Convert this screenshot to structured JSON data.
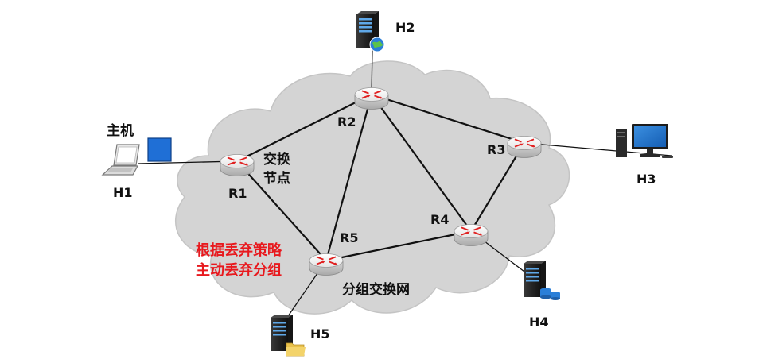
{
  "colors": {
    "cloud_fill": "#d4d4d4",
    "cloud_stroke": "#c4c4c4",
    "link": "#111111",
    "router_top": "#f2f2f2",
    "router_side": "#cfcfcf",
    "router_arrow": "#e02020",
    "highlight_text": "#e8191e",
    "packet": "#1f6fd6",
    "server_body": "#2b2b2b"
  },
  "cloud": {
    "label": "分组交换网"
  },
  "routers": [
    {
      "id": "R1",
      "label": "R1"
    },
    {
      "id": "R2",
      "label": "R2"
    },
    {
      "id": "R3",
      "label": "R3"
    },
    {
      "id": "R4",
      "label": "R4"
    },
    {
      "id": "R5",
      "label": "R5"
    }
  ],
  "hosts": [
    {
      "id": "H1",
      "label": "H1",
      "icon": "laptop-icon",
      "caption": "主机"
    },
    {
      "id": "H2",
      "label": "H2",
      "icon": "web-server-icon"
    },
    {
      "id": "H3",
      "label": "H3",
      "icon": "desktop-pc-icon"
    },
    {
      "id": "H4",
      "label": "H4",
      "icon": "database-server-icon"
    },
    {
      "id": "H5",
      "label": "H5",
      "icon": "file-server-icon"
    }
  ],
  "links": [
    [
      "H1",
      "R1"
    ],
    [
      "H2",
      "R2"
    ],
    [
      "H3",
      "R3"
    ],
    [
      "H4",
      "R4"
    ],
    [
      "H5",
      "R5"
    ],
    [
      "R1",
      "R2"
    ],
    [
      "R1",
      "R5"
    ],
    [
      "R2",
      "R3"
    ],
    [
      "R2",
      "R5"
    ],
    [
      "R2",
      "R4"
    ],
    [
      "R3",
      "R4"
    ],
    [
      "R4",
      "R5"
    ]
  ],
  "annotations": {
    "switching_node_line1": "交换",
    "switching_node_line2": "节点",
    "drop_policy_line1": "根据丢弃策略",
    "drop_policy_line2": "主动丢弃分组"
  }
}
